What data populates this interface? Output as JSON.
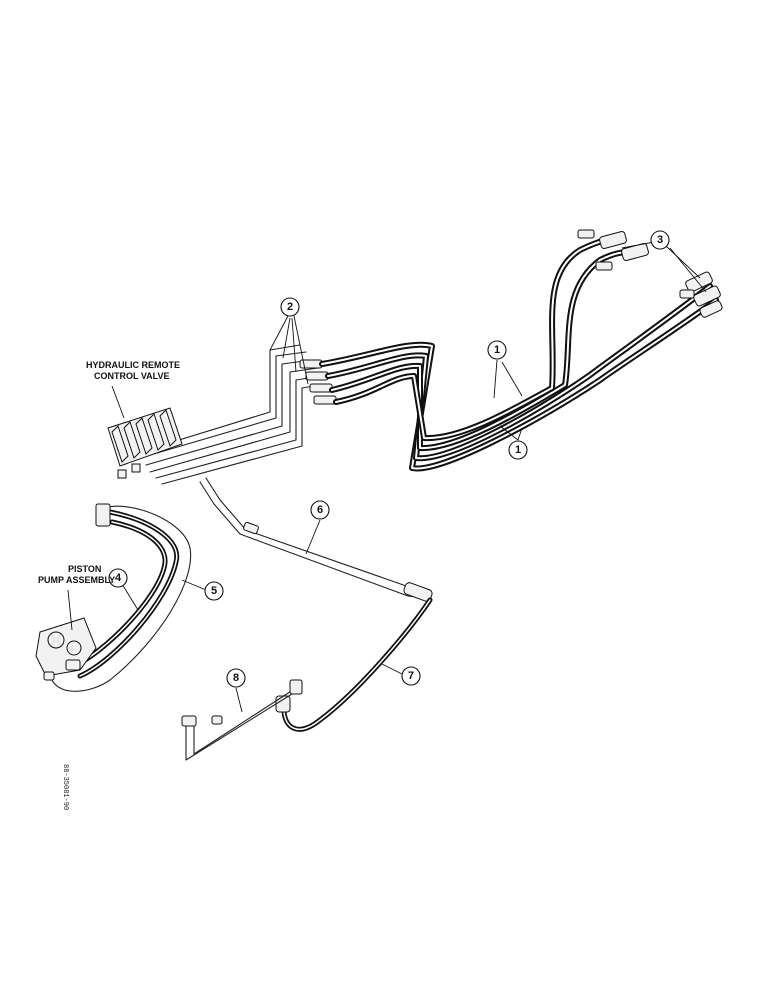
{
  "labels": {
    "remote_valve_line1": "HYDRAULIC REMOTE",
    "remote_valve_line2": "CONTROL VALVE",
    "pump_line1": "PISTON",
    "pump_line2": "PUMP ASSEMBLY",
    "drawing_code": "88-35081-90"
  },
  "callouts": [
    "1",
    "1",
    "2",
    "3",
    "4",
    "5",
    "6",
    "7",
    "8"
  ]
}
